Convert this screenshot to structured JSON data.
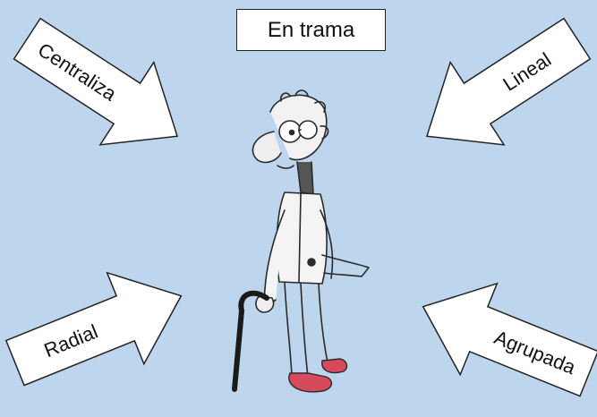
{
  "center_label": "En trama",
  "arrows": {
    "top_left": "Centraliza",
    "top_right": "Lineal",
    "bottom_left": "Radial",
    "bottom_right": "Agrupada"
  },
  "colors": {
    "background": "#bdd6ee",
    "box_fill": "#ffffff",
    "outline": "#222222",
    "shoe": "#d64a5c"
  },
  "illustration": "old-man-with-cane"
}
